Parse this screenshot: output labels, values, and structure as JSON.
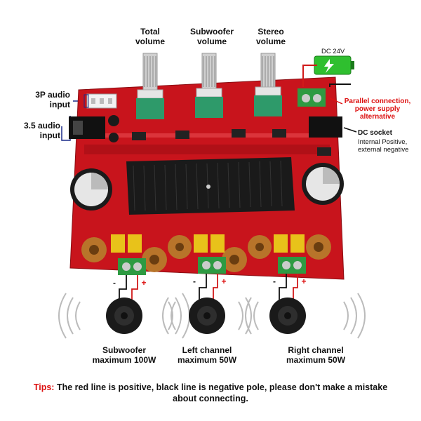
{
  "labels": {
    "total_volume": [
      "Total",
      "volume"
    ],
    "subwoofer_volume": [
      "Subwoofer",
      "volume"
    ],
    "stereo_volume": [
      "Stereo",
      "volume"
    ],
    "dc24v": "DC 24V",
    "audio3p": [
      "3P audio",
      "input"
    ],
    "audio35": [
      "3.5 audio",
      "input"
    ],
    "parallel": [
      "Parallel connection,",
      "power supply",
      "alternative"
    ],
    "dc_socket": "DC socket",
    "dc_socket_note": [
      "Internal Positive,",
      "external negative"
    ]
  },
  "speakers": [
    {
      "title": "Subwoofer",
      "power": "maximum 100W"
    },
    {
      "title": "Left channel",
      "power": "maximum 50W"
    },
    {
      "title": "Right channel",
      "power": "maximum 50W"
    }
  ],
  "polarity": {
    "minus": "-",
    "plus": "+"
  },
  "tips": {
    "prefix": "Tips:",
    "text": "The red line is positive, black line is negative pole, please don't make a mistake about connecting."
  },
  "colors": {
    "board": "#c8141c",
    "heatsink": "#1a1a1a",
    "positive_wire": "#d11a1a",
    "negative_wire": "#111111",
    "battery": "#2fbf2f",
    "pot_knob": "#d9d9d9",
    "coil": "#b8742a",
    "capacitor_box": "#e8c21a",
    "terminal": "#2e9a42"
  }
}
